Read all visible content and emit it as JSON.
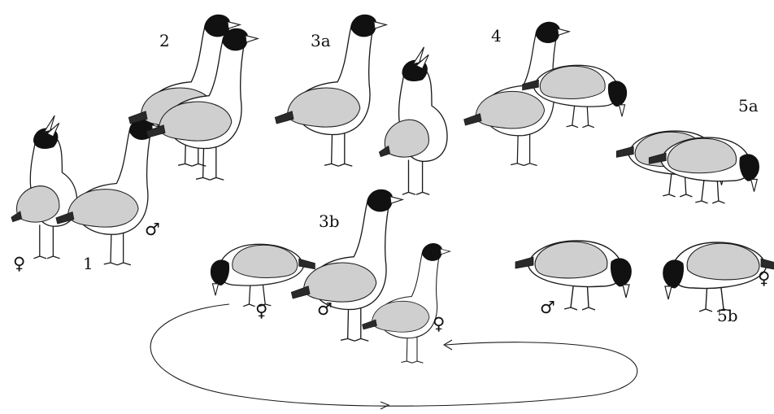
{
  "stage_labels": {
    "s1": "1",
    "s2": "2",
    "s3a": "3a",
    "s3b": "3b",
    "s4": "4",
    "s5a": "5a",
    "s5b": "5b"
  },
  "sex_symbols": {
    "female": "♀",
    "male": "♂"
  }
}
